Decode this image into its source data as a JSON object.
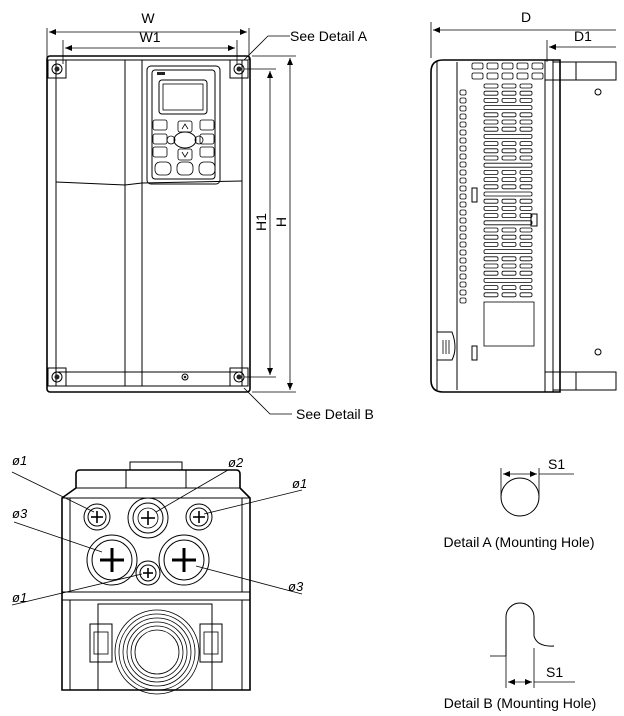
{
  "front_view": {
    "dim_w": "W",
    "dim_w1": "W1",
    "dim_h": "H",
    "dim_h1": "H1",
    "callout_detail_a": "See Detail A",
    "callout_detail_b": "See Detail B"
  },
  "side_view": {
    "dim_d": "D",
    "dim_d1": "D1"
  },
  "bottom_view": {
    "hole_labels": [
      {
        "text": "ø1",
        "hole": "upper-left small knockout"
      },
      {
        "text": "ø2",
        "hole": "upper-center knockout"
      },
      {
        "text": "ø1",
        "hole": "upper-right small knockout"
      },
      {
        "text": "ø3",
        "hole": "large left knockout"
      },
      {
        "text": "ø1",
        "hole": "lower-center small knockout"
      },
      {
        "text": "ø3",
        "hole": "large right knockout"
      }
    ]
  },
  "details": {
    "detail_a_caption": "Detail A (Mounting Hole)",
    "detail_a_dim": "S1",
    "detail_b_caption": "Detail B (Mounting Hole)",
    "detail_b_dim": "S1"
  }
}
